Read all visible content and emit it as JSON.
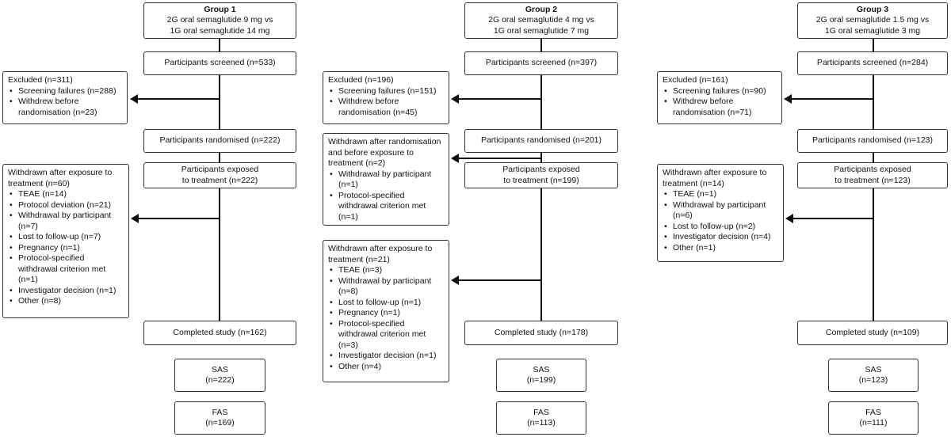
{
  "groups": [
    {
      "title": "Group 1",
      "line1": "2G oral semaglutide 9 mg vs",
      "line2": "1G oral semaglutide 14 mg",
      "screened": "Participants screened (n=533)",
      "excluded": {
        "header": "Excluded (n=311)",
        "items": [
          "Screening failures (n=288)",
          "Withdrew before randomisation (n=23)"
        ]
      },
      "randomised": "Participants randomised (n=222)",
      "exposed1": "Participants exposed",
      "exposed2": "to treatment (n=222)",
      "withdrawn": {
        "header": "Withdrawn after exposure to treatment (n=60)",
        "items": [
          "TEAE (n=14)",
          "Protocol deviation (n=21)",
          "Withdrawal by participant (n=7)",
          "Lost to follow-up (n=7)",
          "Pregnancy (n=1)",
          "Protocol-specified withdrawal criterion met (n=1)",
          "Investigator decision (n=1)",
          "Other (n=8)"
        ]
      },
      "completed": "Completed study (n=162)",
      "sas1": "SAS",
      "sas2": "(n=222)",
      "fas1": "FAS",
      "fas2": "(n=169)"
    },
    {
      "title": "Group 2",
      "line1": "2G oral semaglutide 4 mg vs",
      "line2": "1G oral semaglutide 7 mg",
      "screened": "Participants screened (n=397)",
      "excluded": {
        "header": "Excluded (n=196)",
        "items": [
          "Screening failures (n=151)",
          "Withdrew before randomisation (n=45)"
        ]
      },
      "randomised": "Participants randomised (n=201)",
      "prewithdrawn": {
        "header": "Withdrawn after randomisation and before exposure to treatment (n=2)",
        "items": [
          "Withdrawal by participant (n=1)",
          "Protocol-specified withdrawal criterion met (n=1)"
        ]
      },
      "exposed1": "Participants exposed",
      "exposed2": "to treatment (n=199)",
      "withdrawn": {
        "header": "Withdrawn after exposure to treatment (n=21)",
        "items": [
          "TEAE (n=3)",
          "Withdrawal by participant (n=8)",
          "Lost to follow-up (n=1)",
          "Pregnancy (n=1)",
          "Protocol-specified withdrawal criterion met (n=3)",
          "Investigator decision (n=1)",
          "Other (n=4)"
        ]
      },
      "completed": "Completed study (n=178)",
      "sas1": "SAS",
      "sas2": "(n=199)",
      "fas1": "FAS",
      "fas2": "(n=113)"
    },
    {
      "title": "Group 3",
      "line1": "2G oral semaglutide 1.5 mg vs",
      "line2": "1G oral semaglutide 3 mg",
      "screened": "Participants screened (n=284)",
      "excluded": {
        "header": "Excluded (n=161)",
        "items": [
          "Screening failures (n=90)",
          "Withdrew before randomisation (n=71)"
        ]
      },
      "randomised": "Participants randomised (n=123)",
      "exposed1": "Participants exposed",
      "exposed2": "to treatment (n=123)",
      "withdrawn": {
        "header": "Withdrawn after exposure to treatment (n=14)",
        "items": [
          "TEAE (n=1)",
          "Withdrawal by participant (n=6)",
          "Lost to follow-up (n=2)",
          "Investigator decision (n=4)",
          "Other (n=1)"
        ]
      },
      "completed": "Completed study (n=109)",
      "sas1": "SAS",
      "sas2": "(n=123)",
      "fas1": "FAS",
      "fas2": "(n=111)"
    }
  ]
}
